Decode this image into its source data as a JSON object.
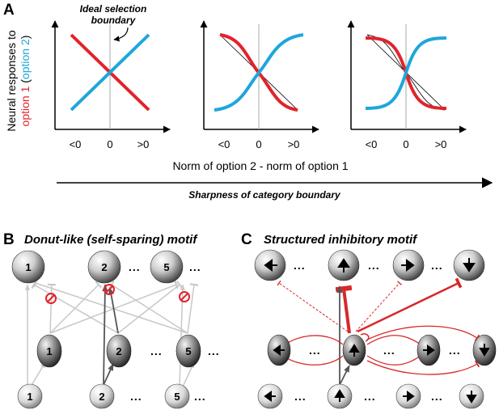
{
  "colors": {
    "option1": "#e2232a",
    "option2": "#1ea6dc",
    "inhibit_red": "#d8282a",
    "gray_light": "#c8c8c8",
    "gray_dark": "#555555",
    "stop_red": "#e2232a"
  },
  "panel_a": {
    "letter": "A",
    "ylabel_line1": "Neural responses to",
    "ylabel_option1": "option 1",
    "ylabel_paren_open": " (",
    "ylabel_option2": "option 2",
    "ylabel_paren_close": ")",
    "annotation_line1": "Ideal selection",
    "annotation_line2": "boundary",
    "tick_labels": [
      "<0",
      "0",
      ">0"
    ],
    "xlabel": "Norm of option 2 - norm of option 1",
    "sharpness_label": "Sharpness of category boundary"
  },
  "panel_b": {
    "letter": "B",
    "title": "Donut-like (self-sparing) motif",
    "top_labels": [
      "1",
      "2",
      "5"
    ],
    "middle_labels": [
      "1",
      "2",
      "5"
    ],
    "bottom_labels": [
      "1",
      "2",
      "5"
    ],
    "dots": "...",
    "stop_icon": "no-entry-icon"
  },
  "panel_c": {
    "letter": "C",
    "title": "Structured inhibitory motif",
    "top_arrows": [
      "arrow-left-icon",
      "arrow-up-icon",
      "arrow-right-icon",
      "arrow-down-icon"
    ],
    "middle_arrows": [
      "arrow-left-icon",
      "arrow-up-icon",
      "arrow-right-icon",
      "arrow-down-icon"
    ],
    "bottom_arrows": [
      "arrow-left-icon",
      "arrow-up-icon",
      "arrow-right-icon",
      "arrow-down-icon"
    ],
    "dots": "..."
  }
}
